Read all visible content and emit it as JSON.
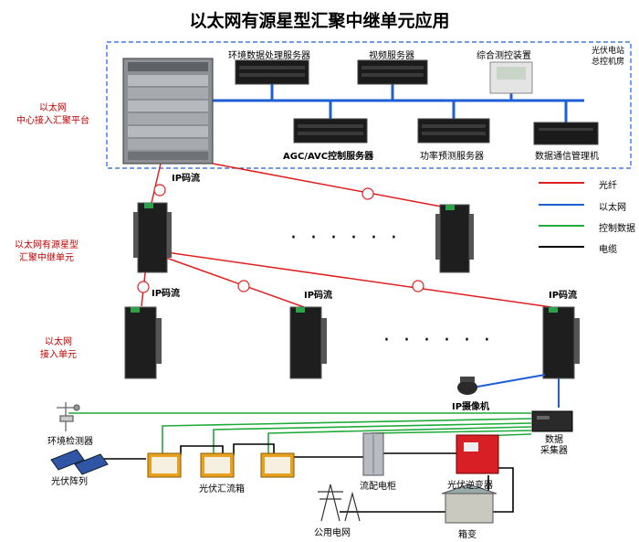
{
  "title": "以太网有源星型汇聚中继单元应用",
  "sections": {
    "center": [
      "以太网",
      "中心接入汇聚平台"
    ],
    "relay": [
      "以太网有源星型",
      "汇聚中继单元"
    ],
    "access": [
      "以太网",
      "接入单元"
    ]
  },
  "station_label": [
    "光伏电站",
    "总控机房"
  ],
  "servers": {
    "env": "环境数据处理服务器",
    "video": "视频服务器",
    "monitor": "综合测控装置",
    "agc": "AGC/AVC控制服务器",
    "power": "功率预测服务器",
    "comm": "数据通信管理机"
  },
  "stream_label": "IP码流",
  "legend": [
    {
      "label": "光纤",
      "color": "#e02020"
    },
    {
      "label": "以太网",
      "color": "#1f5fd6"
    },
    {
      "label": "控制数据",
      "color": "#1faa3a"
    },
    {
      "label": "电缆",
      "color": "#000000"
    }
  ],
  "ellipsis": "· · · · · ·",
  "field": {
    "camera": "IP摄像机",
    "env_detector": "环境检测器",
    "pv_array": "光伏阵列",
    "combiner": "光伏汇流箱",
    "distribution": "流配电柜",
    "inverter": "光伏逆变器",
    "collector": [
      "数据",
      "采集器"
    ],
    "grid": "公用电网",
    "transformer": "箱变"
  }
}
